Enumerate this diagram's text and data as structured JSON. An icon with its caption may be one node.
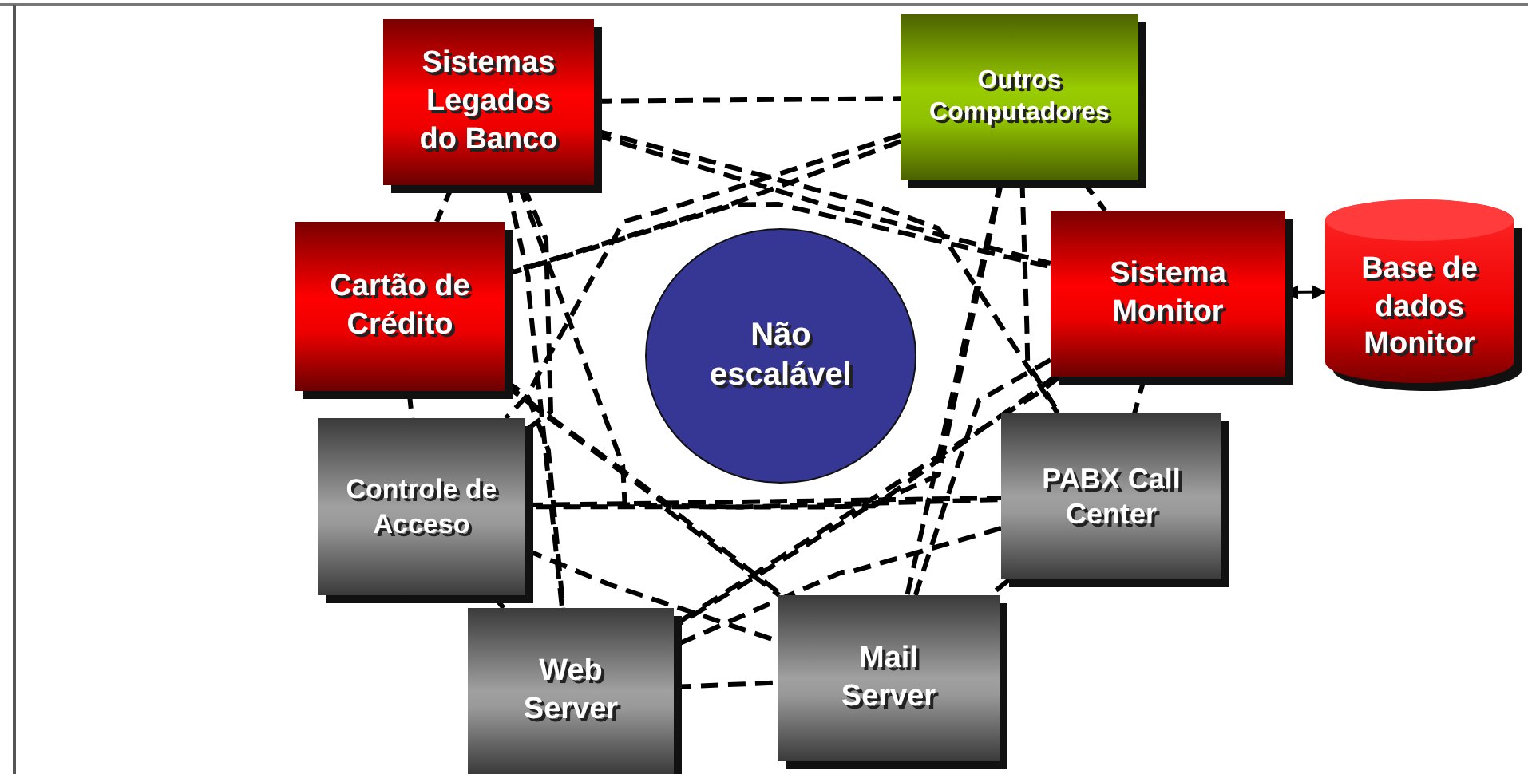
{
  "diagram": {
    "nodes": [
      {
        "text": [
          "Sistemas Legados do Banco"
        ]
      },
      {
        "text": [
          "Outros Computadores"
        ]
      },
      {
        "text": [
          "Cartão de Crédito"
        ]
      },
      {
        "text": [
          "Sistema Monitor"
        ]
      },
      {
        "text": [
          "Base de dados Monitor"
        ]
      },
      {
        "text": [
          "Não escalável"
        ]
      },
      {
        "text": [
          "Controle de Acceso"
        ]
      },
      {
        "text": [
          "PABX Call Center"
        ]
      },
      {
        "text": [
          "Web Server"
        ]
      },
      {
        "text": [
          "Mail Server"
        ]
      }
    ],
    "edges": [
      {
        "from": 0,
        "to": 1,
        "arrow": "none",
        "style": "dashed"
      },
      {
        "from": 0,
        "to": 2,
        "arrow": "none",
        "style": "dashed"
      },
      {
        "from": 0,
        "to": 3,
        "arrow": "none",
        "style": "dashed"
      },
      {
        "from": 0,
        "to": 6,
        "arrow": "none",
        "style": "dashed"
      },
      {
        "from": 0,
        "to": 7,
        "arrow": "none",
        "style": "dashed"
      },
      {
        "from": 0,
        "to": 8,
        "arrow": "none",
        "style": "dashed"
      },
      {
        "from": 0,
        "to": 9,
        "arrow": "none",
        "style": "dashed"
      },
      {
        "from": 1,
        "to": 2,
        "arrow": "none",
        "style": "dashed"
      },
      {
        "from": 1,
        "to": 3,
        "arrow": "none",
        "style": "dashed"
      },
      {
        "from": 1,
        "to": 6,
        "arrow": "none",
        "style": "dashed"
      },
      {
        "from": 1,
        "to": 7,
        "arrow": "none",
        "style": "dashed"
      },
      {
        "from": 1,
        "to": 8,
        "arrow": "none",
        "style": "dashed"
      },
      {
        "from": 1,
        "to": 9,
        "arrow": "none",
        "style": "dashed"
      },
      {
        "from": 2,
        "to": 3,
        "arrow": "none",
        "style": "dashed"
      },
      {
        "from": 2,
        "to": 6,
        "arrow": "none",
        "style": "dashed"
      },
      {
        "from": 2,
        "to": 7,
        "arrow": "none",
        "style": "dashed"
      },
      {
        "from": 2,
        "to": 8,
        "arrow": "none",
        "style": "dashed"
      },
      {
        "from": 2,
        "to": 9,
        "arrow": "none",
        "style": "dashed"
      },
      {
        "from": 3,
        "to": 6,
        "arrow": "none",
        "style": "dashed"
      },
      {
        "from": 3,
        "to": 7,
        "arrow": "none",
        "style": "dashed"
      },
      {
        "from": 3,
        "to": 8,
        "arrow": "none",
        "style": "dashed"
      },
      {
        "from": 3,
        "to": 9,
        "arrow": "none",
        "style": "dashed"
      },
      {
        "from": 6,
        "to": 7,
        "arrow": "none",
        "style": "dashed"
      },
      {
        "from": 6,
        "to": 8,
        "arrow": "none",
        "style": "dashed"
      },
      {
        "from": 6,
        "to": 9,
        "arrow": "none",
        "style": "dashed"
      },
      {
        "from": 7,
        "to": 8,
        "arrow": "none",
        "style": "dashed"
      },
      {
        "from": 7,
        "to": 9,
        "arrow": "none",
        "style": "dashed"
      },
      {
        "from": 8,
        "to": 9,
        "arrow": "none",
        "style": "dashed"
      },
      {
        "from": 3,
        "to": 4,
        "arrow": "both"
      }
    ]
  }
}
